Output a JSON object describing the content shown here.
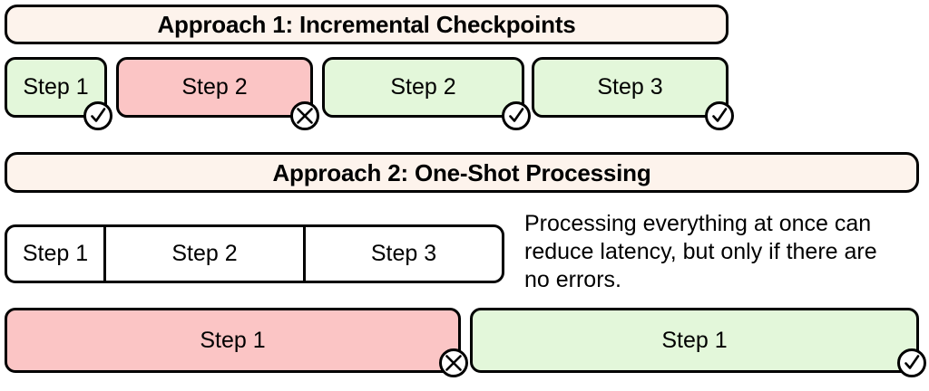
{
  "diagram": {
    "title_bars": [
      {
        "id": "approach-1",
        "label": "Approach 1: Incremental Checkpoints"
      },
      {
        "id": "approach-2",
        "label": "Approach 2: One-Shot Processing"
      }
    ],
    "incremental_row": {
      "bars": [
        {
          "label": "Step 1",
          "fill": "green",
          "status": "check"
        },
        {
          "label": "Step 2",
          "fill": "red",
          "status": "cross"
        },
        {
          "label": "Step 2",
          "fill": "green",
          "status": "check"
        },
        {
          "label": "Step 3",
          "fill": "green",
          "status": "check"
        }
      ]
    },
    "oneshot_segmented": {
      "segments": [
        {
          "label": "Step 1"
        },
        {
          "label": "Step 2"
        },
        {
          "label": "Step 3"
        }
      ]
    },
    "side_note": {
      "text": "Processing everything at once can reduce latency, but only if there are no errors."
    },
    "oneshot_row": {
      "bars": [
        {
          "label": "Step 1",
          "fill": "red",
          "status": "cross"
        },
        {
          "label": "Step 1",
          "fill": "green",
          "status": "check"
        }
      ]
    },
    "icons": {
      "check": "check-circle-icon",
      "cross": "cross-circle-icon"
    },
    "colors": {
      "cream": "#fdf3ec",
      "green": "#e3f7da",
      "red": "#fbc5c5",
      "outline": "#000000",
      "text": "#000000"
    }
  }
}
